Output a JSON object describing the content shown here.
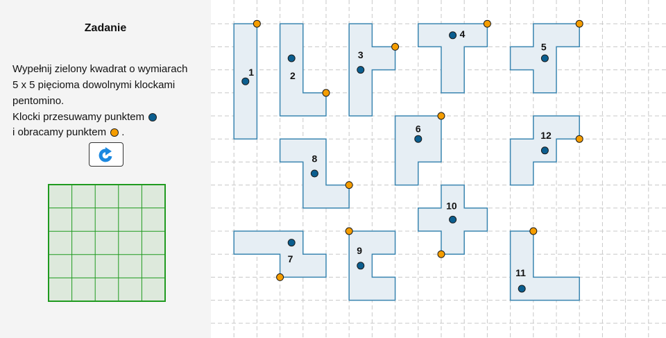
{
  "panel": {
    "title": "Zadanie",
    "lines": [
      "Wypełnij zielony kwadrat o wymiarach",
      "5 x 5 pięcioma dowolnymi klockami",
      "pentomino.",
      "Klocki przesuwamy punktem",
      "i obracamy punktem"
    ],
    "line5_suffix": ".",
    "reset_icon": "rotate-clockwise-icon"
  },
  "target_square": {
    "rows": 5,
    "cols": 5
  },
  "pieces": [
    {
      "label": "1"
    },
    {
      "label": "2"
    },
    {
      "label": "3"
    },
    {
      "label": "4"
    },
    {
      "label": "5"
    },
    {
      "label": "6"
    },
    {
      "label": "7"
    },
    {
      "label": "8"
    },
    {
      "label": "9"
    },
    {
      "label": "10"
    },
    {
      "label": "11"
    },
    {
      "label": "12"
    }
  ],
  "colors": {
    "move_point": "#0b5e8f",
    "rotate_point": "#f59d00",
    "piece_fill": "#e6eef4",
    "piece_stroke": "#3a85b0",
    "target_fill": "#dde9dc",
    "target_stroke": "#1f9a1f",
    "grid": "#c8c8c8",
    "reset_icon": "#1b88e0"
  }
}
